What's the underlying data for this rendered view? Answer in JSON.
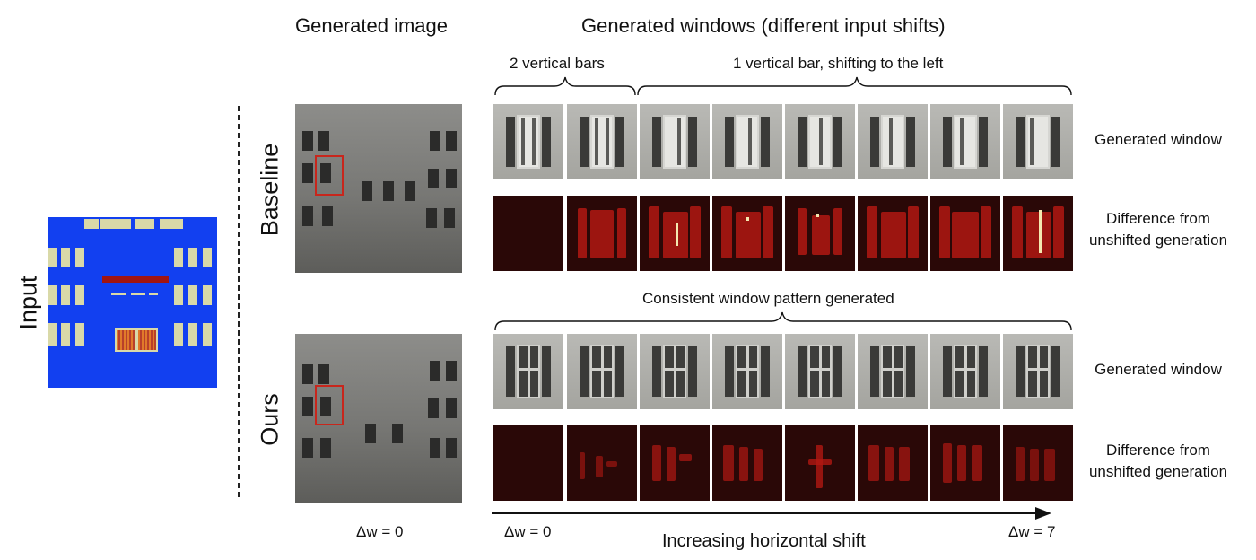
{
  "headers": {
    "generated_image": "Generated image",
    "generated_windows": "Generated windows (different input shifts)"
  },
  "braces": {
    "two_bars": "2 vertical bars",
    "one_bar": "1 vertical bar, shifting to the left",
    "consistent": "Consistent window pattern generated"
  },
  "input_label": "Input",
  "rows": {
    "baseline": "Baseline",
    "ours": "Ours"
  },
  "right_labels": {
    "generated_window": "Generated window",
    "difference_line1": "Difference from",
    "difference_line2": "unshifted generation"
  },
  "axis": {
    "dw0_image": "Δw = 0",
    "dw0": "Δw = 0",
    "dw7": "Δw = 7",
    "caption": "Increasing horizontal shift"
  },
  "colors": {
    "accent_red": "#c8261c",
    "input_blue": "#1240f0",
    "diff_dark": "#2a0807"
  }
}
